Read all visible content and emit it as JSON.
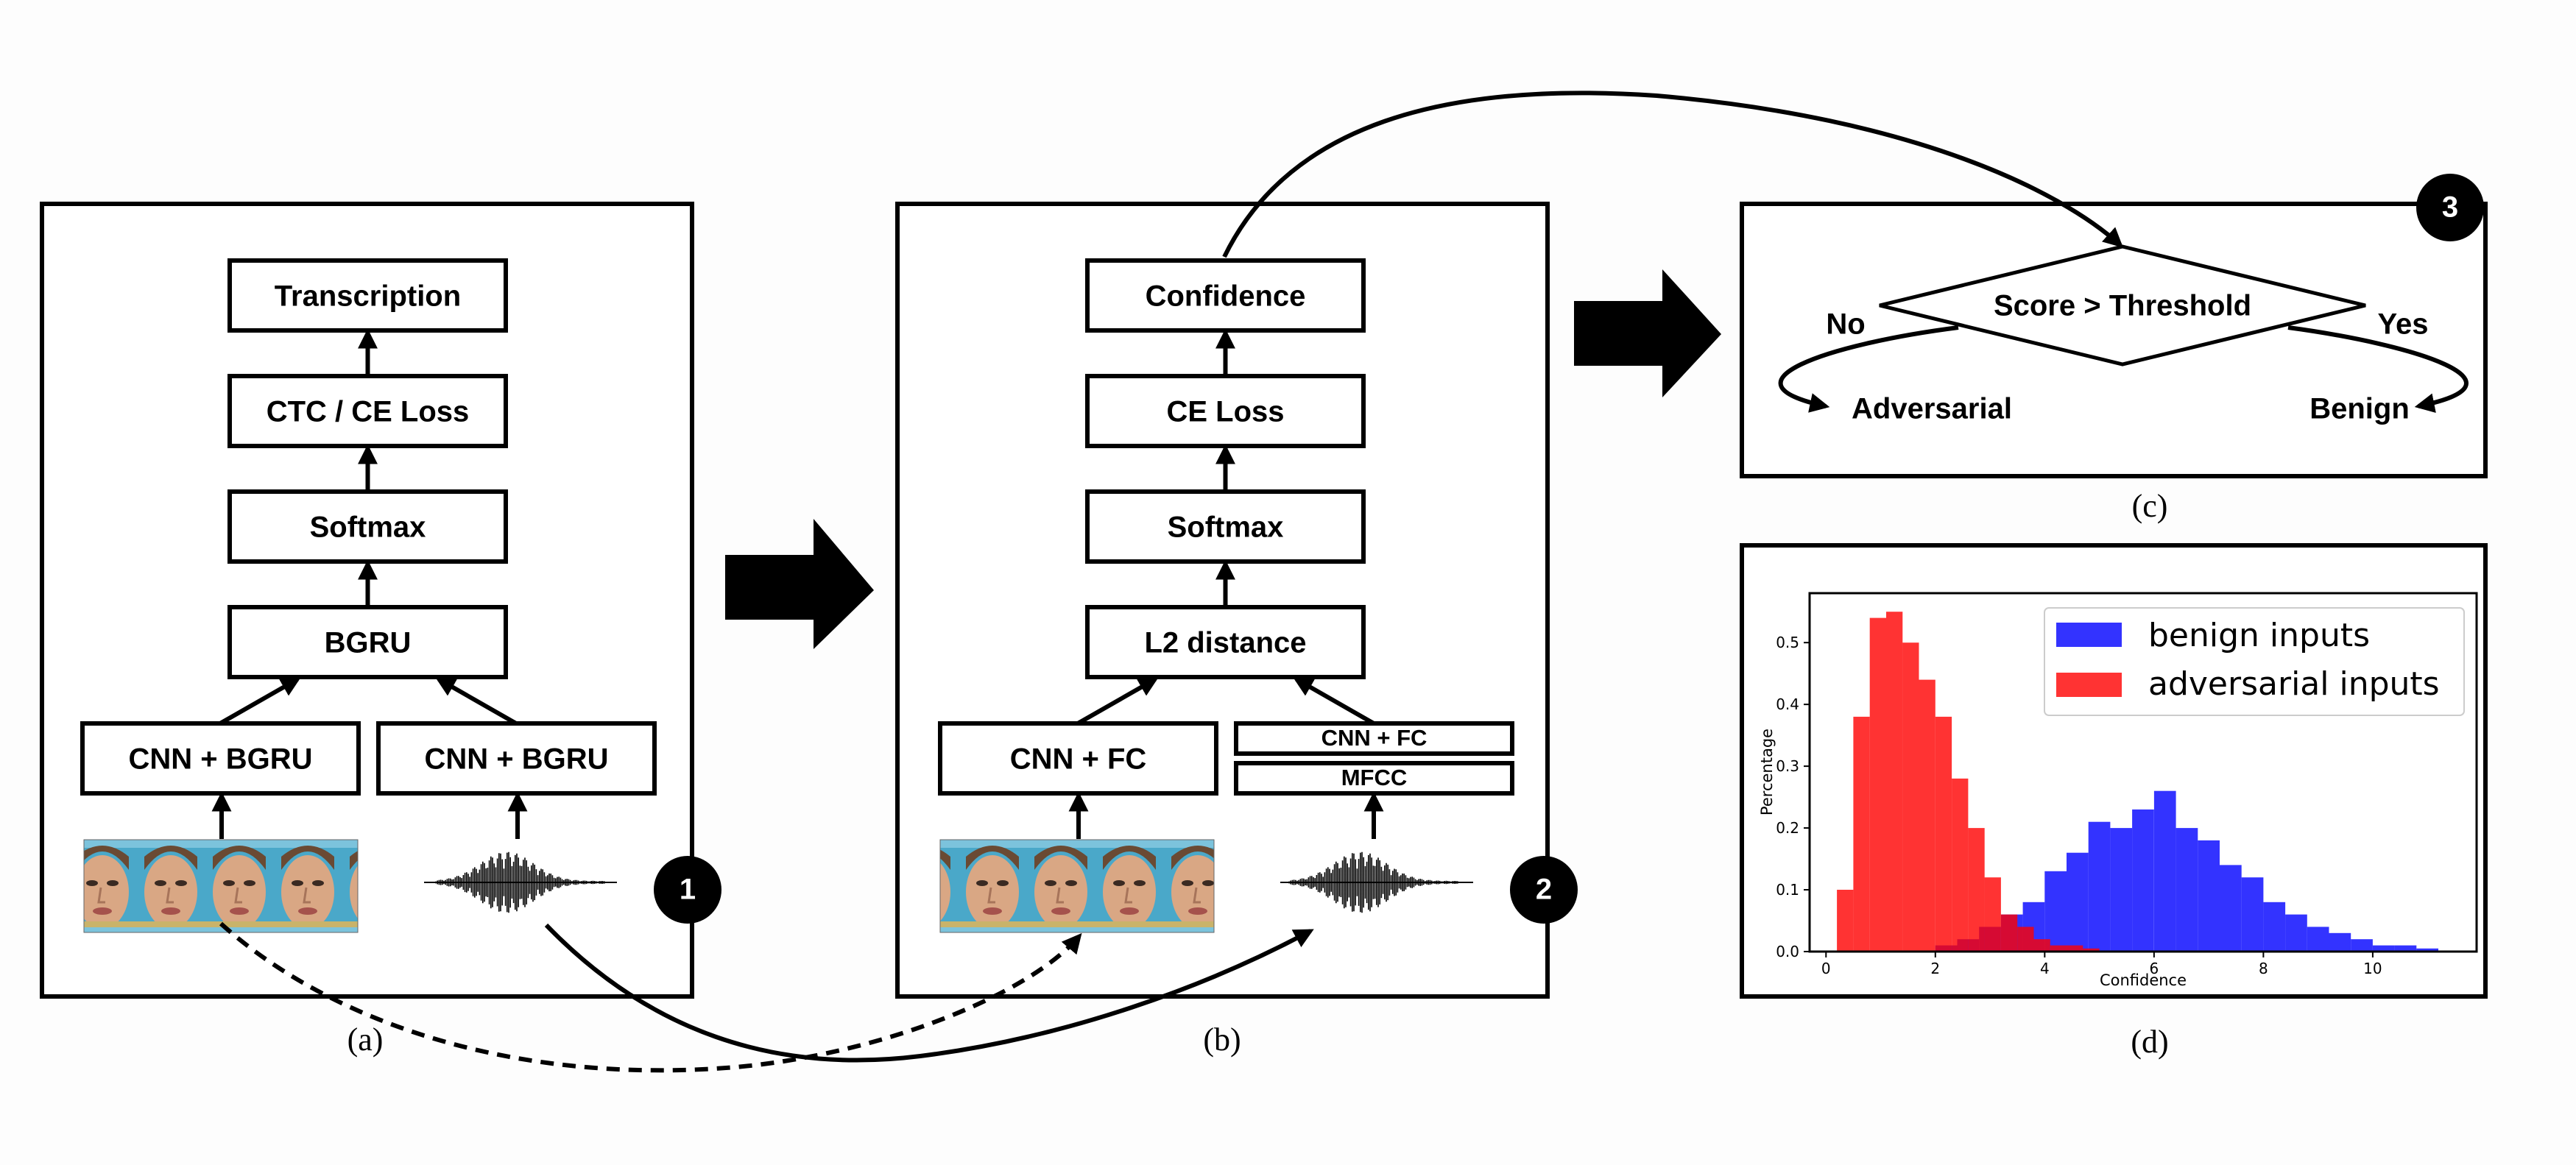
{
  "panel_a": {
    "boxes": [
      "Transcription",
      "CTC / CE Loss",
      "Softmax",
      "BGRU"
    ],
    "encoders": [
      "CNN + BGRU",
      "CNN + BGRU"
    ],
    "badge": "1",
    "caption": "(a)"
  },
  "panel_b": {
    "boxes": [
      "Confidence",
      "CE Loss",
      "Softmax",
      "L2 distance"
    ],
    "video_encoder": "CNN + FC",
    "audio_encoder": "CNN + FC",
    "audio_features": "MFCC",
    "badge": "2",
    "caption": "(b)"
  },
  "panel_c": {
    "decision": "Score > Threshold",
    "no_label": "No",
    "yes_label": "Yes",
    "no_outcome": "Adversarial",
    "yes_outcome": "Benign",
    "badge": "3",
    "caption": "(c)"
  },
  "panel_d": {
    "caption": "(d)",
    "colors": {
      "benign": "#0000ff",
      "adversarial": "#ff0000"
    }
  },
  "chart_data": {
    "type": "histogram",
    "xlabel": "Confidence",
    "ylabel": "Percentage",
    "xlim": [
      -0.3,
      11.9
    ],
    "ylim": [
      0,
      0.58
    ],
    "xticks": [
      "0",
      "2",
      "4",
      "6",
      "8",
      "10"
    ],
    "yticks": [
      "0.0",
      "0.1",
      "0.2",
      "0.3",
      "0.4",
      "0.5"
    ],
    "legend_position": "top-right",
    "series": [
      {
        "name": "benign inputs",
        "color": "#0000ff",
        "bin_edges": [
          2.0,
          2.4,
          2.8,
          3.2,
          3.6,
          4.0,
          4.4,
          4.8,
          5.2,
          5.6,
          6.0,
          6.4,
          6.8,
          7.2,
          7.6,
          8.0,
          8.4,
          8.8,
          9.2,
          9.6,
          10.0,
          10.4,
          10.8,
          11.2
        ],
        "values": [
          0.01,
          0.02,
          0.04,
          0.06,
          0.08,
          0.13,
          0.16,
          0.21,
          0.2,
          0.23,
          0.26,
          0.2,
          0.18,
          0.14,
          0.12,
          0.08,
          0.06,
          0.04,
          0.03,
          0.02,
          0.01,
          0.01,
          0.005
        ]
      },
      {
        "name": "adversarial inputs",
        "color": "#ff0000",
        "bin_edges": [
          0.2,
          0.5,
          0.8,
          1.1,
          1.4,
          1.7,
          2.0,
          2.3,
          2.6,
          2.9,
          3.2,
          3.5,
          3.8,
          4.1,
          4.4,
          4.7,
          5.0
        ],
        "values": [
          0.1,
          0.38,
          0.54,
          0.55,
          0.5,
          0.44,
          0.38,
          0.28,
          0.2,
          0.12,
          0.06,
          0.04,
          0.02,
          0.01,
          0.01,
          0.005
        ]
      }
    ]
  }
}
